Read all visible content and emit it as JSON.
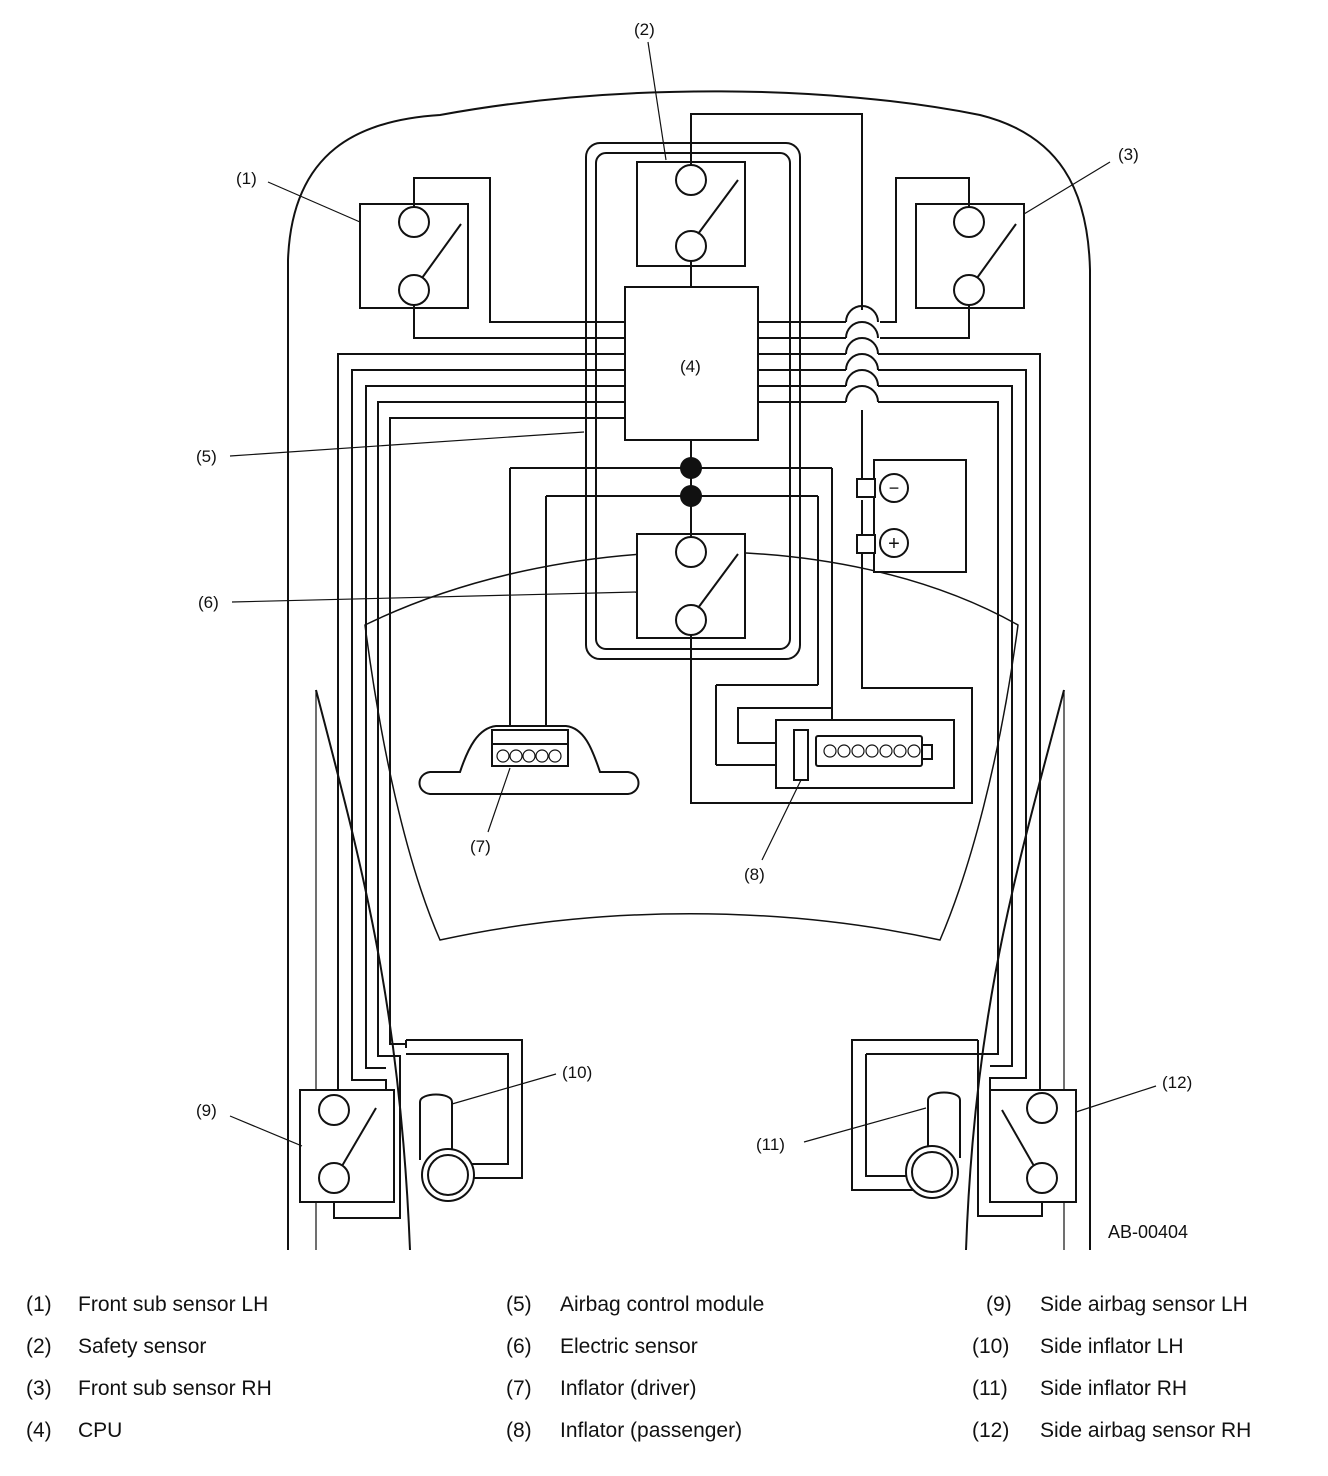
{
  "figure_id": "AB-00404",
  "callouts": [
    "(1)",
    "(2)",
    "(3)",
    "(4)",
    "(5)",
    "(6)",
    "(7)",
    "(8)",
    "(9)",
    "(10)",
    "(11)",
    "(12)"
  ],
  "legend": [
    {
      "num": "(1)",
      "label": "Front sub sensor LH"
    },
    {
      "num": "(2)",
      "label": "Safety sensor"
    },
    {
      "num": "(3)",
      "label": "Front sub sensor RH"
    },
    {
      "num": "(4)",
      "label": "CPU"
    },
    {
      "num": "(5)",
      "label": "Airbag control module"
    },
    {
      "num": "(6)",
      "label": "Electric sensor"
    },
    {
      "num": "(7)",
      "label": "Inflator (driver)"
    },
    {
      "num": "(8)",
      "label": "Inflator (passenger)"
    },
    {
      "num": "(9)",
      "label": "Side airbag sensor LH"
    },
    {
      "num": "(10)",
      "label": "Side inflator LH"
    },
    {
      "num": "(11)",
      "label": "Side inflator RH"
    },
    {
      "num": "(12)",
      "label": "Side airbag sensor RH"
    }
  ],
  "battery": {
    "minus": "−",
    "plus": "+"
  },
  "colors": {
    "line": "#111111",
    "background": "#ffffff"
  }
}
